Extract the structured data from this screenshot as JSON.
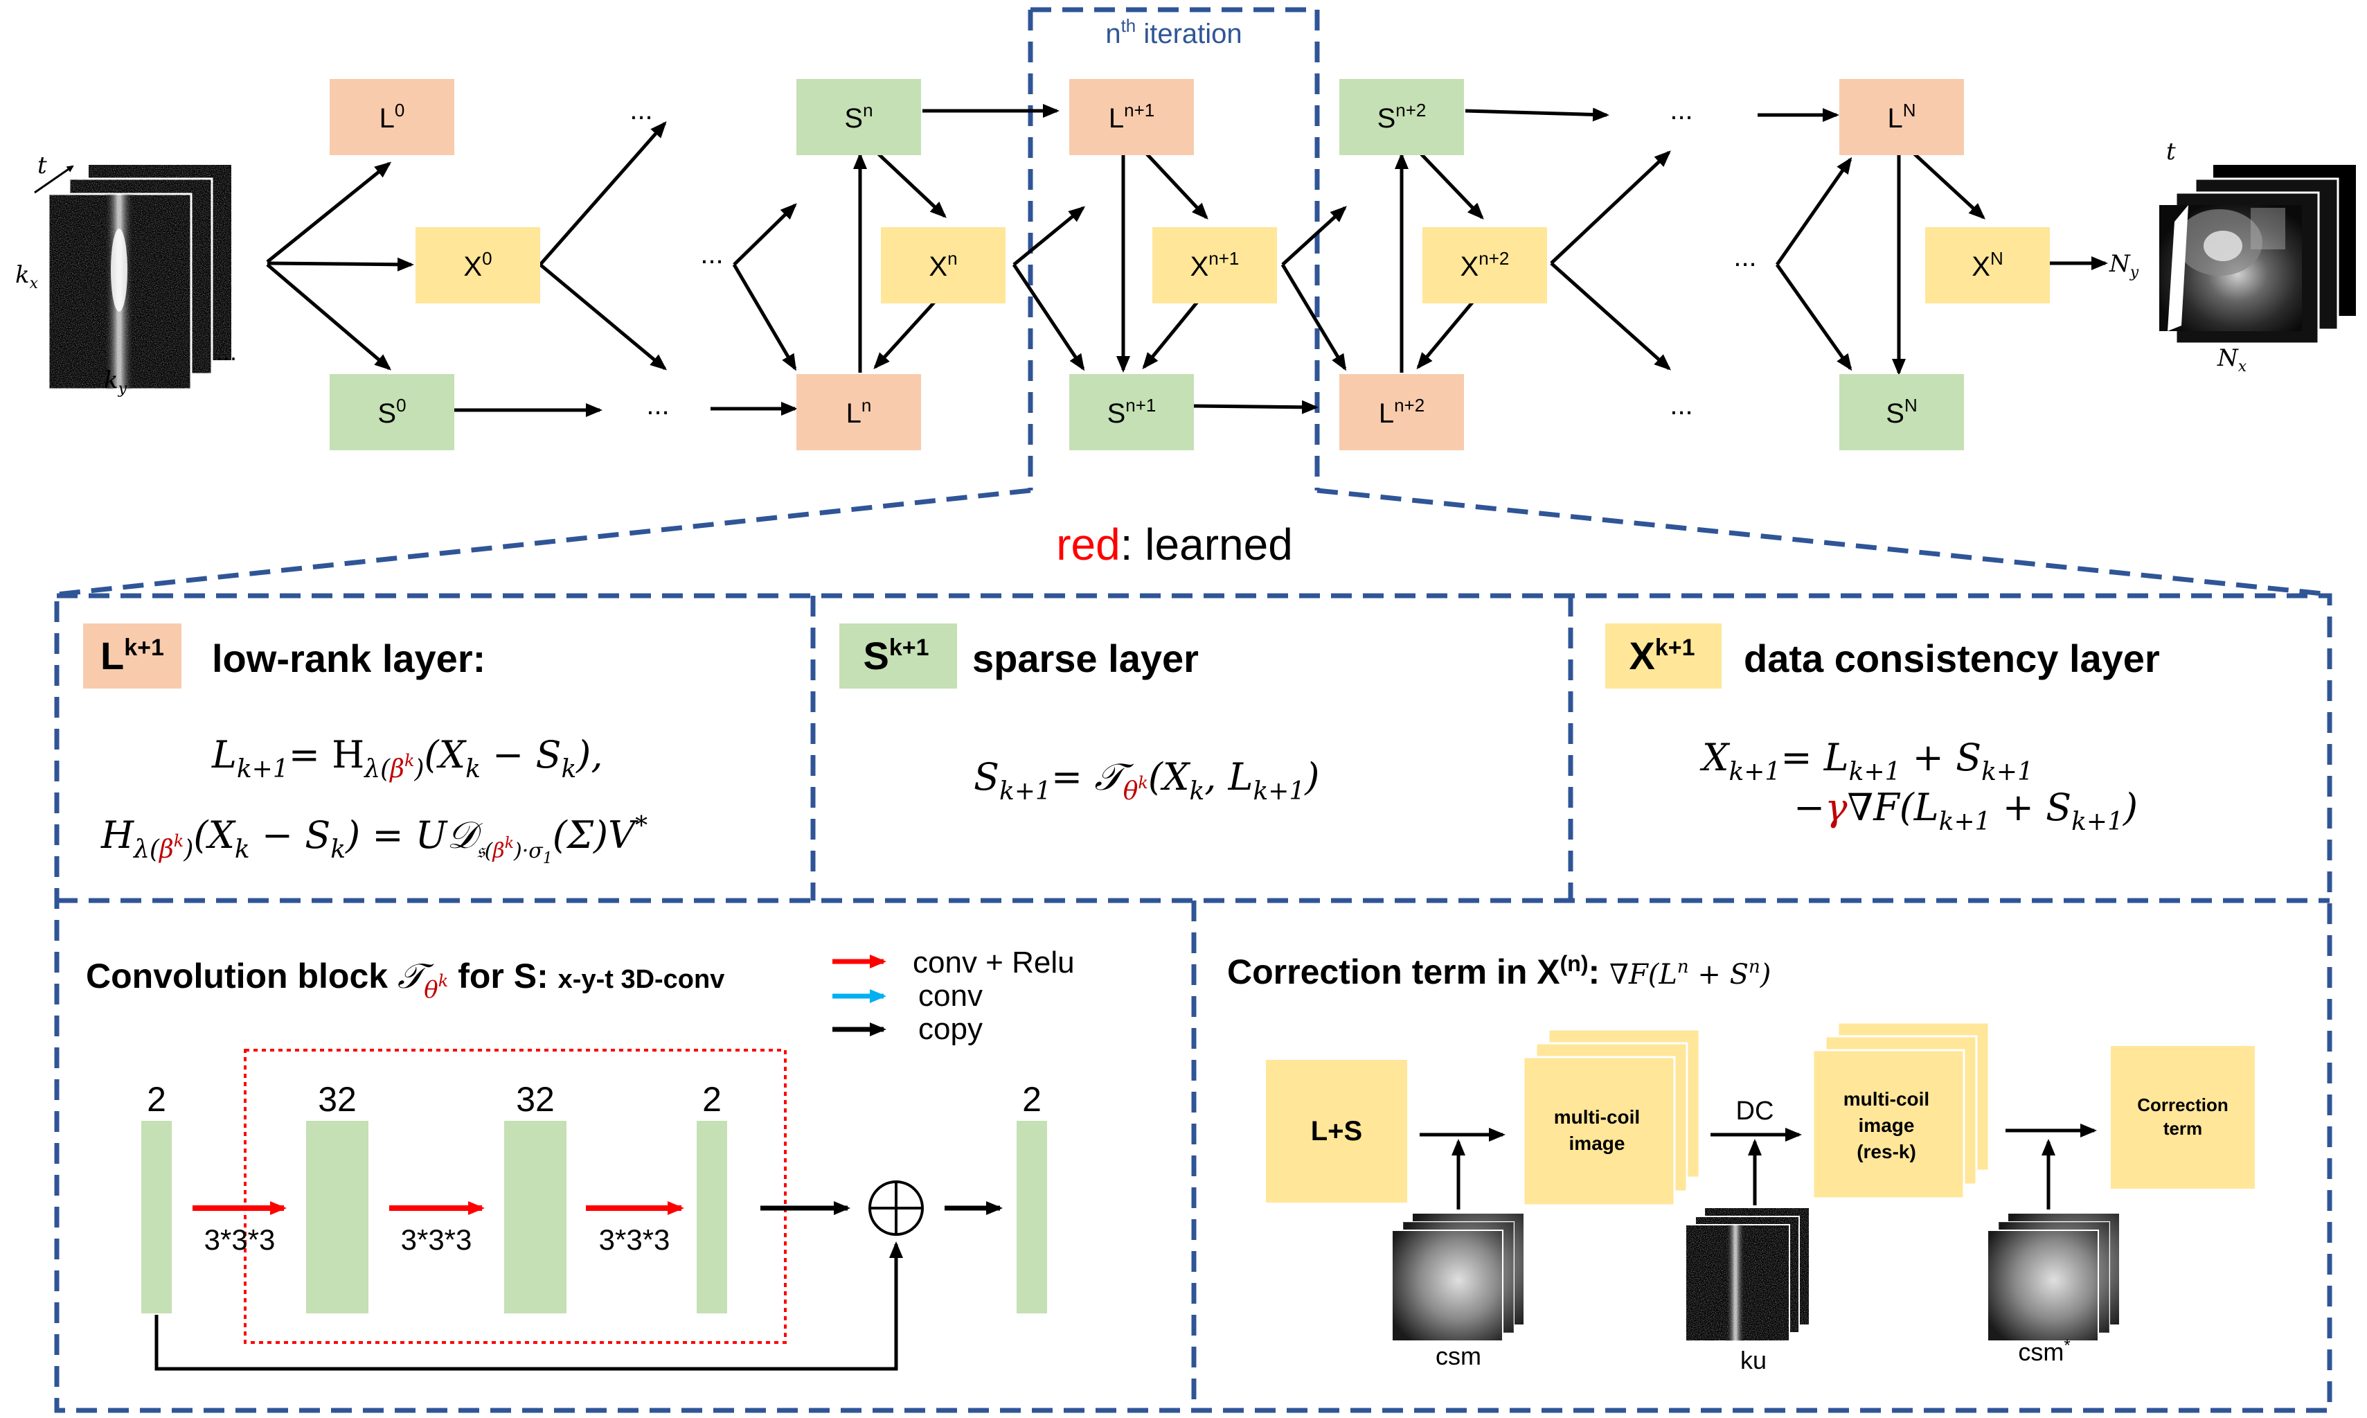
{
  "colors": {
    "orange": "#f8cbad",
    "green": "#c5e0b4",
    "yellow": "#ffe699",
    "dash_blue": "#2f5597",
    "red": "#ff0000",
    "cyan": "#00b0f0",
    "dark_red": "#c00000"
  },
  "iteration_label": {
    "base": "n",
    "sup": "th",
    "rest": " iteration"
  },
  "axes_input": {
    "t": "t",
    "kx": "k",
    "kx_sub": "x",
    "ky": "k",
    "ky_sub": "y",
    "dots": "..."
  },
  "axes_output": {
    "t": "t",
    "ny": "N",
    "ny_sub": "y",
    "nx": "N",
    "nx_sub": "x"
  },
  "nodes": [
    {
      "id": "L0",
      "base": "L",
      "sup": "0",
      "kind": "L"
    },
    {
      "id": "X0",
      "base": "X",
      "sup": "0",
      "kind": "X"
    },
    {
      "id": "S0",
      "base": "S",
      "sup": "0",
      "kind": "S"
    },
    {
      "id": "Sn",
      "base": "S",
      "sup": "n",
      "kind": "S"
    },
    {
      "id": "Xn",
      "base": "X",
      "sup": "n",
      "kind": "X"
    },
    {
      "id": "Ln",
      "base": "L",
      "sup": "n",
      "kind": "L"
    },
    {
      "id": "Ln1",
      "base": "L",
      "sup": "n+1",
      "kind": "L"
    },
    {
      "id": "Xn1",
      "base": "X",
      "sup": "n+1",
      "kind": "X"
    },
    {
      "id": "Sn1",
      "base": "S",
      "sup": "n+1",
      "kind": "S"
    },
    {
      "id": "Sn2",
      "base": "S",
      "sup": "n+2",
      "kind": "S"
    },
    {
      "id": "Xn2",
      "base": "X",
      "sup": "n+2",
      "kind": "X"
    },
    {
      "id": "Ln2",
      "base": "L",
      "sup": "n+2",
      "kind": "L"
    },
    {
      "id": "LN",
      "base": "L",
      "sup": "N",
      "kind": "L"
    },
    {
      "id": "XN",
      "base": "X",
      "sup": "N",
      "kind": "X"
    },
    {
      "id": "SN",
      "base": "S",
      "sup": "N",
      "kind": "S"
    }
  ],
  "ellipsis": "...",
  "legend_note": {
    "red_word": "red",
    "rest": ": learned"
  },
  "panels": {
    "lowrank": {
      "badge_base": "L",
      "badge_sup": "k+1",
      "title": "low-rank layer:",
      "eq1_lhs": "L",
      "eq1_lhs_sub": "k+1",
      "eq1_rhs": "= H",
      "eq1_rhs_sub": "λ(",
      "eq1_beta": "β",
      "eq1_beta_sup": "k",
      "eq1_rhs_sub_close": ")",
      "eq1_args": "(X",
      "eq1_args_sub1": "k",
      "eq1_minus": " − S",
      "eq1_args_sub2": "k",
      "eq1_end": "),",
      "eq2_lhs": "H",
      "eq2_lhs_sub": "λ(",
      "eq2_beta": "β",
      "eq2_beta_sup": "k",
      "eq2_lhs_sub_close": ")",
      "eq2_args": "(X",
      "eq2_args_sub1": "k",
      "eq2_minus": " − S",
      "eq2_args_sub2": "k",
      "eq2_eq": ") = U",
      "eq2_D": "𝒟",
      "eq2_D_sub1": "𝔰(",
      "eq2_D_beta": "β",
      "eq2_D_beta_sup": "k",
      "eq2_D_sub2": ")·σ",
      "eq2_D_sub3": "1",
      "eq2_tail": "(Σ)V",
      "eq2_tail_sup": "*"
    },
    "sparse": {
      "badge_base": "S",
      "badge_sup": "k+1",
      "title": "sparse layer",
      "eq_lhs": "S",
      "eq_lhs_sub": "k+1",
      "eq_eq": "= ",
      "eq_T": "𝒯",
      "eq_theta": "θ",
      "eq_theta_sup": "k",
      "eq_args": "(X",
      "eq_args_sub1": "k",
      "eq_comma": ", L",
      "eq_args_sub2": "k+1",
      "eq_end": ")"
    },
    "dc": {
      "badge_base": "X",
      "badge_sup": "k+1",
      "title": "data consistency layer",
      "eq1_lhs": "X",
      "eq1_lhs_sub": "k+1",
      "eq1_eq": "= L",
      "eq1_sub1": "k+1",
      "eq1_plus": " + S",
      "eq1_sub2": "k+1",
      "eq2_minus": "−",
      "eq2_gamma": "γ",
      "eq2_rest": "∇F(L",
      "eq2_sub1": "k+1",
      "eq2_plus": " + S",
      "eq2_sub2": "k+1",
      "eq2_end": ")"
    }
  },
  "conv_block": {
    "title_a": "Convolution block ",
    "title_T": "𝒯",
    "title_theta": "θ",
    "title_theta_sup": "k",
    "title_b": " for S: ",
    "title_c": "x-y-t 3D-conv",
    "legend": [
      {
        "label": "conv + Relu",
        "color": "#ff0000"
      },
      {
        "label": "conv",
        "color": "#00b0f0"
      },
      {
        "label": "copy",
        "color": "#000000"
      }
    ],
    "channels": [
      "2",
      "32",
      "32",
      "2",
      "2"
    ],
    "kernels": [
      "3*3*3",
      "3*3*3",
      "3*3*3"
    ]
  },
  "correction": {
    "title_a": "Correction term in X",
    "title_sup": "(n)",
    "title_b": ": ",
    "title_math": "∇F(L",
    "title_math_sup1": "n",
    "title_math_plus": " + S",
    "title_math_sup2": "n",
    "title_math_end": ")",
    "ls_label": "L+S",
    "mc1_line1": "multi-coil",
    "mc1_line2": "image",
    "dc_label": "DC",
    "mc2_line1": "multi-coil",
    "mc2_line2": "image",
    "mc2_line3": "(res-k)",
    "ct_line1": "Correction",
    "ct_line2": "term",
    "csm": "csm",
    "ku": "ku",
    "csm_conj": "csm",
    "csm_conj_sup": "*"
  }
}
